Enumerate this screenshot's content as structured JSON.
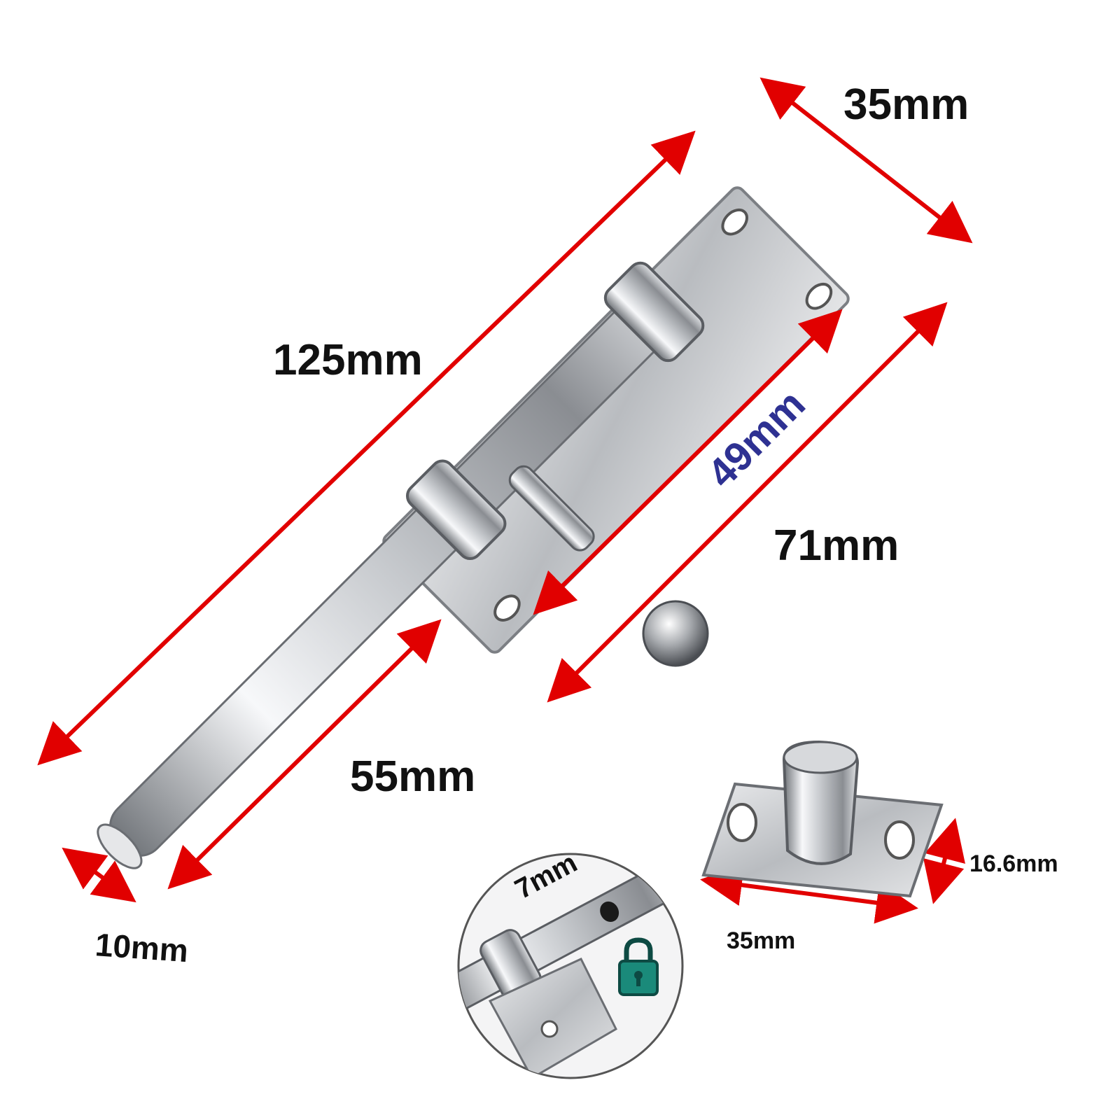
{
  "colors": {
    "arrow": "#e10000",
    "text": "#111111",
    "highlight_text": "#2e3192",
    "steel_dark": "#8a8d92",
    "steel_light": "#f4f5f7",
    "lock_green": "#1a8a7a"
  },
  "dimensions": {
    "width_35": "35mm",
    "length_125": "125mm",
    "mount_49": "49mm",
    "plate_71": "71mm",
    "bolt_55": "55mm",
    "diameter_10": "10mm",
    "hole_7": "7mm",
    "keeper_width": "35mm",
    "keeper_height": "16.6mm"
  },
  "icons": {
    "lock": "padlock-icon"
  }
}
